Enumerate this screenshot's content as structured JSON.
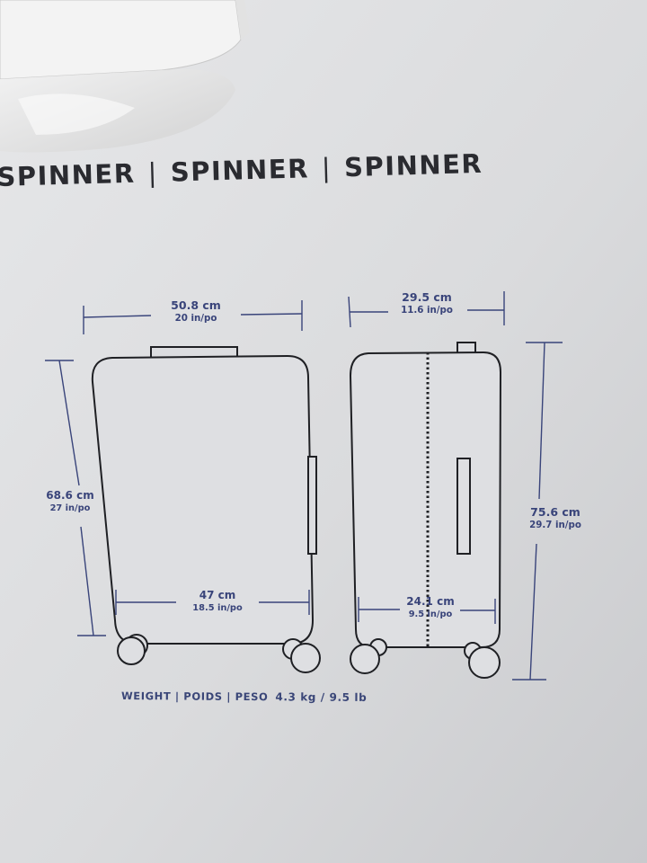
{
  "header": {
    "labels": [
      "SPINNER",
      "SPINNER",
      "SPINNER"
    ],
    "separator": "|"
  },
  "front_view": {
    "width": {
      "cm": "50.8 cm",
      "in": "20 in/po"
    },
    "height": {
      "cm": "68.6 cm",
      "in": "27 in/po"
    },
    "base_width": {
      "cm": "47 cm",
      "in": "18.5 in/po"
    }
  },
  "side_view": {
    "depth": {
      "cm": "29.5 cm",
      "in": "11.6 in/po"
    },
    "height": {
      "cm": "75.6 cm",
      "in": "29.7 in/po"
    },
    "base_depth": {
      "cm": "24.1 cm",
      "in": "9.5 in/po"
    }
  },
  "weight": {
    "label": "WEIGHT | POIDS | PESO",
    "value": "4.3 kg / 9.5 lb"
  },
  "colors": {
    "box": "#d9dadc",
    "dimension_ink": "#39447a",
    "outline_ink": "#1f2024"
  }
}
